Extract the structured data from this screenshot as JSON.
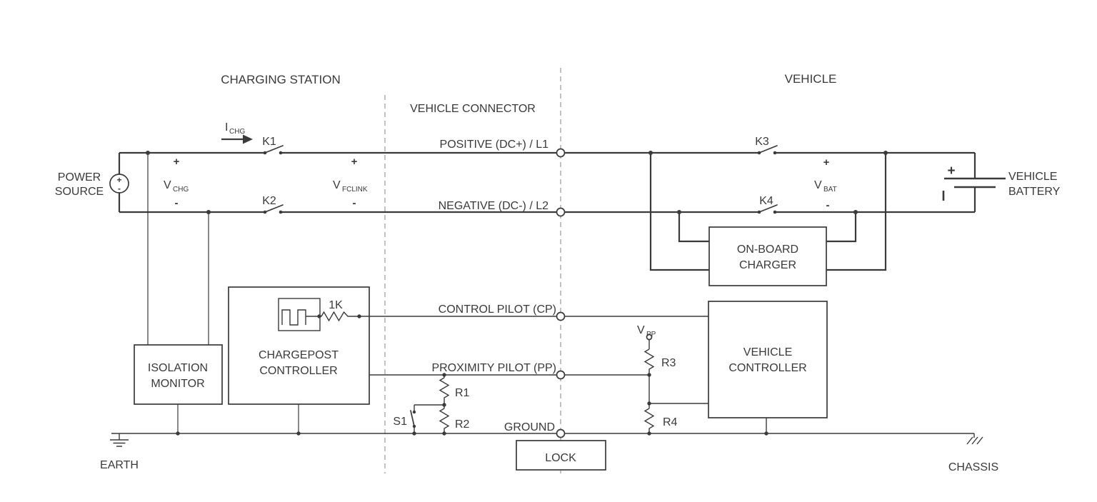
{
  "colors": {
    "ink": "#3a3a3a",
    "dashed": "#a8a8a8",
    "bg": "#ffffff"
  },
  "sections": {
    "charging_station": "CHARGING STATION",
    "vehicle": "VEHICLE",
    "vehicle_connector": "VEHICLE CONNECTOR"
  },
  "lines": {
    "positive": "POSITIVE (DC+) / L1",
    "negative": "NEGATIVE (DC-) / L2",
    "control_pilot": "CONTROL PILOT (CP)",
    "proximity_pilot": "PROXIMITY PILOT (PP)",
    "ground": "GROUND"
  },
  "power_source": {
    "line1": "POWER",
    "line2": "SOURCE",
    "plus": "+",
    "minus": "-"
  },
  "switches": {
    "k1": "K1",
    "k2": "K2",
    "k3": "K3",
    "k4": "K4",
    "s1": "S1"
  },
  "resistors": {
    "r1": "R1",
    "r2": "R2",
    "r3": "R3",
    "r4": "R4",
    "pilot_1k": "1K"
  },
  "voltages": {
    "i_chg": {
      "base": "I",
      "sub": "CHG"
    },
    "v_chg": {
      "base": "V",
      "sub": "CHG",
      "plus": "+",
      "minus": "-"
    },
    "v_fclink": {
      "base": "V",
      "sub": "FCLINK",
      "plus": "+",
      "minus": "-"
    },
    "v_bat": {
      "base": "V",
      "sub": "BAT",
      "plus": "+",
      "minus": "-"
    },
    "v_pp": {
      "base": "V",
      "sub": "PP"
    }
  },
  "boxes": {
    "isolation_monitor": {
      "line1": "ISOLATION",
      "line2": "MONITOR"
    },
    "chargepost_controller": {
      "line1": "CHARGEPOST",
      "line2": "CONTROLLER"
    },
    "onboard_charger": {
      "line1": "ON-BOARD",
      "line2": "CHARGER"
    },
    "vehicle_controller": {
      "line1": "VEHICLE",
      "line2": "CONTROLLER"
    },
    "lock": {
      "label": "LOCK"
    }
  },
  "battery": {
    "line1": "VEHICLE",
    "line2": "BATTERY",
    "plus": "+"
  },
  "grounds": {
    "earth": "EARTH",
    "chassis": "CHASSIS"
  }
}
